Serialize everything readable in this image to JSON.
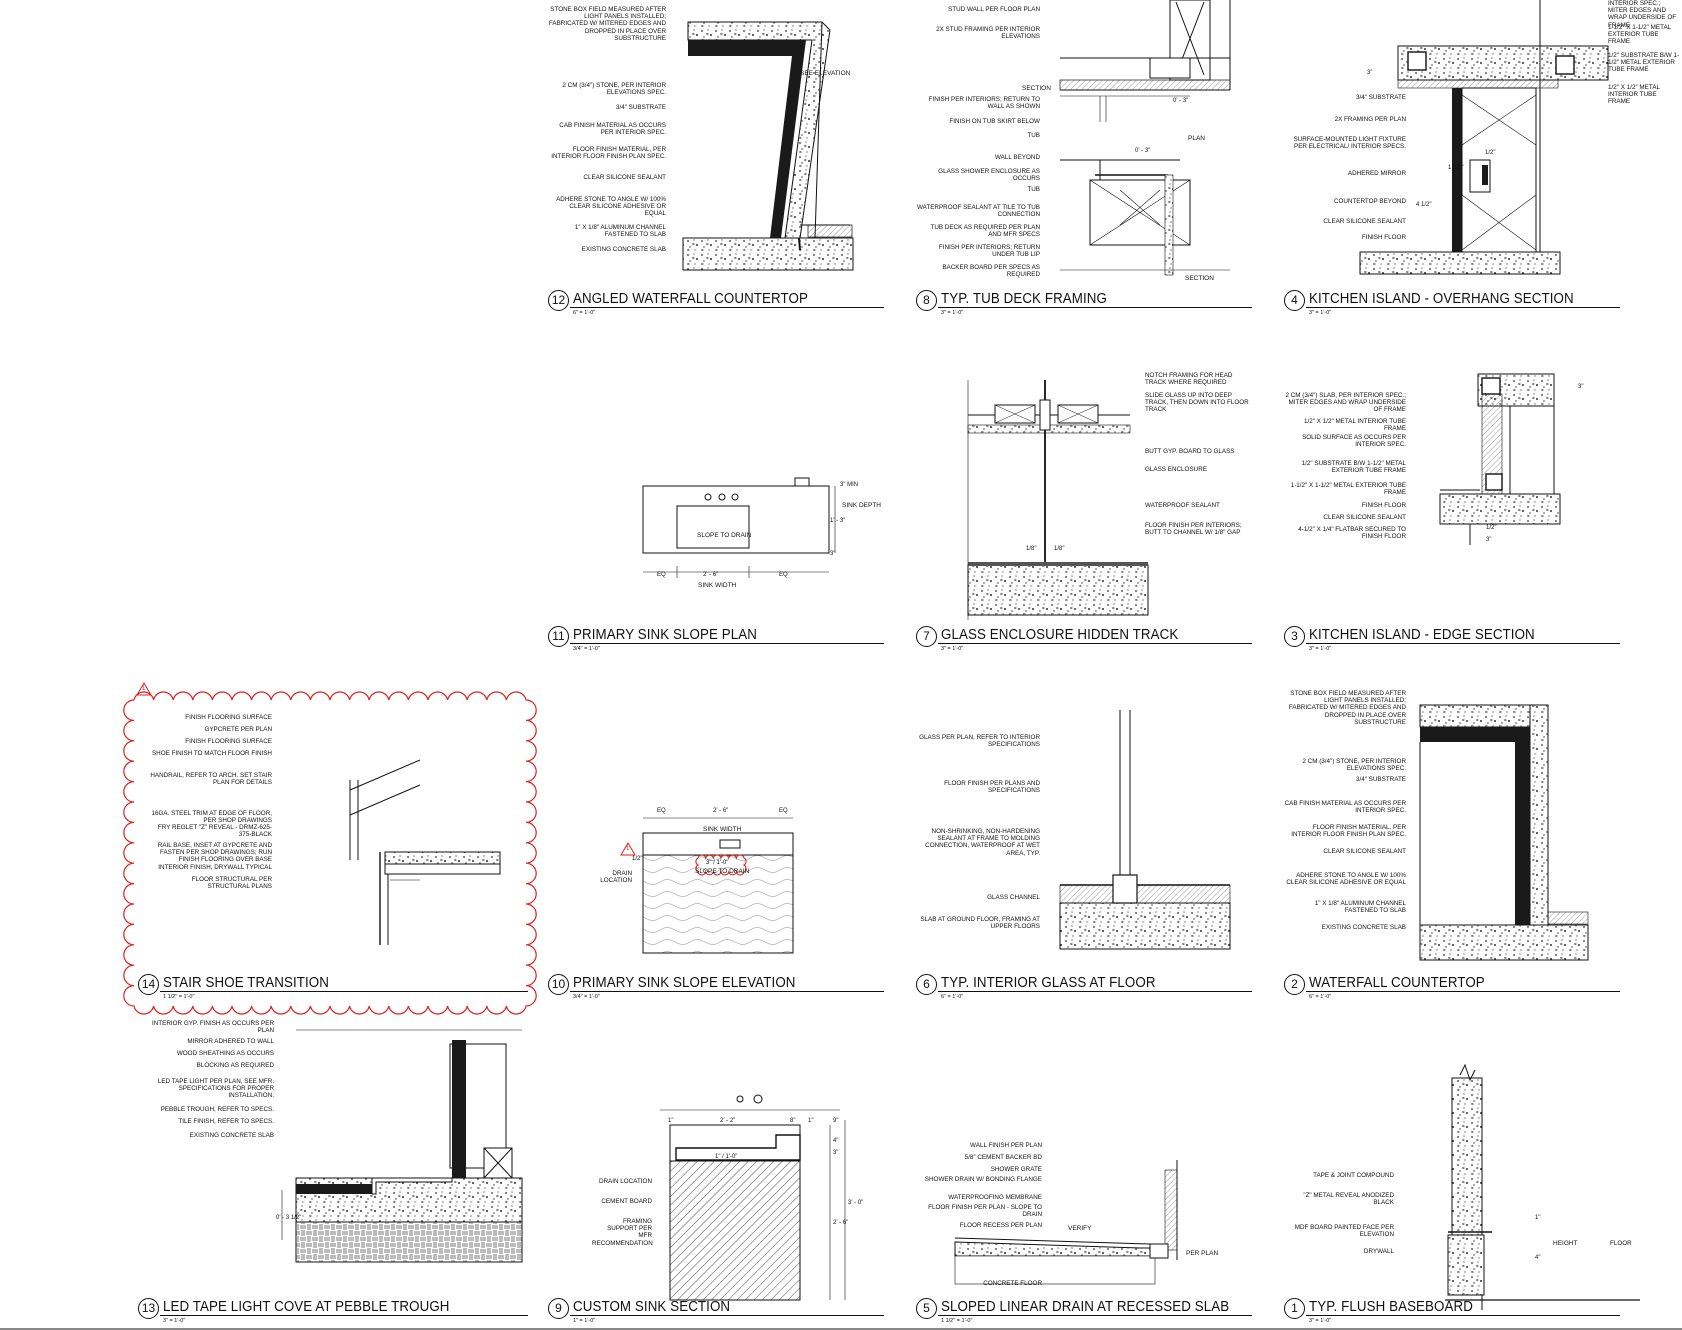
{
  "details": [
    {
      "id": "d12",
      "number": "12",
      "title": "ANGLED WATERFALL COUNTERTOP",
      "scale": "6\" = 1'-0\"",
      "notes": [
        "STONE BOX FIELD MEASURED AFTER LIGHT PANELS INSTALLED; FABRICATED W/ MITERED EDGES AND DROPPED IN PLACE OVER SUBSTRUCTURE",
        "2 CM (3/4\") STONE, PER INTERIOR ELEVATIONS SPEC.",
        "3/4\" SUBSTRATE",
        "CAB FINISH MATERIAL AS OCCURS PER INTERIOR SPEC.",
        "FLOOR FINISH MATERIAL, PER INTERIOR FLOOR FINISH PLAN SPEC.",
        "CLEAR SILICONE SEALANT",
        "ADHERE STONE TO ANGLE W/ 100% CLEAR SILICONE ADHESIVE OR EQUAL",
        "1\" X 1/8\" ALUMINUM CHANNEL FASTENED TO SLAB",
        "EXISTING CONCRETE SLAB"
      ],
      "tags": [
        "SEE ELEVATION"
      ]
    },
    {
      "id": "d8",
      "number": "8",
      "title": "TYP. TUB DECK FRAMING",
      "scale": "3\" = 1'-0\"",
      "notes": [
        "STUD WALL PER FLOOR PLAN",
        "2X STUD FRAMING PER INTERIOR ELEVATIONS",
        "FINISH PER INTERIORS; RETURN TO WALL AS SHOWN",
        "FINISH ON TUB SKIRT BELOW",
        "TUB",
        "WALL BEYOND",
        "GLASS SHOWER ENCLOSURE AS OCCURS",
        "TUB",
        "WATERPROOF SEALANT AT TILE TO TUB CONNECTION",
        "TUB DECK AS REQUIRED PER PLAN AND MFR SPECS",
        "FINISH PER INTERIORS; RETURN UNDER TUB LIP",
        "BACKER BOARD PER SPECS AS REQUIRED"
      ],
      "tags": [
        "SECTION",
        "PLAN",
        "SECTION"
      ],
      "dims": [
        "0' - 3\"",
        "0' - 3\""
      ]
    },
    {
      "id": "d4",
      "number": "4",
      "title": "KITCHEN ISLAND - OVERHANG SECTION",
      "scale": "3\" = 1'-0\"",
      "notes": [
        "3/4\" SUBSTRATE",
        "2X FRAMING PER PLAN",
        "SURFACE-MOUNTED LIGHT FIXTURE PER ELECTRICAL/ INTERIOR SPECS.",
        "ADHERED MIRROR",
        "COUNTERTOP BEYOND",
        "CLEAR SILICONE SEALANT",
        "FINISH FLOOR"
      ],
      "right_notes": [
        "INTERIOR SPEC.; MITER EDGES AND WRAP UNDERSIDE OF FRAME",
        "1-1/2\" x 1-1/2\" METAL EXTERIOR TUBE FRAME",
        "1/2\" SUBSTRATE B/W 1-1/2\" METAL EXTERIOR TUBE FRAME",
        "1/2\" x 1/2\" METAL INTERIOR TUBE FRAME"
      ],
      "dims": [
        "3\"",
        "1 1/2\"",
        "4 1/2\"",
        "1/2\""
      ]
    },
    {
      "id": "d11",
      "number": "11",
      "title": "PRIMARY SINK SLOPE PLAN",
      "scale": "3/4\" = 1'-0\"",
      "tags": [
        "SLOPE TO DRAIN",
        "SINK DEPTH",
        "SINK WIDTH"
      ],
      "dims": [
        "EQ",
        "2' - 6\"",
        "EQ",
        "1' - 3\"",
        "3\"",
        "3\" MIN"
      ]
    },
    {
      "id": "d7",
      "number": "7",
      "title": "GLASS ENCLOSURE HIDDEN TRACK",
      "scale": "3\" = 1'-0\"",
      "right_notes": [
        "NOTCH FRAMING FOR HEAD TRACK WHERE REQUIRED",
        "SLIDE GLASS UP INTO DEEP TRACK, THEN DOWN INTO FLOOR TRACK",
        "BUTT GYP. BOARD TO GLASS",
        "GLASS ENCLOSURE",
        "WATERPROOF SEALANT",
        "FLOOR FINISH PER INTERIORS; BUTT TO CHANNEL W/ 1/8\" GAP"
      ],
      "dims": [
        "1/8\"",
        "1/8\""
      ]
    },
    {
      "id": "d3",
      "number": "3",
      "title": "KITCHEN ISLAND - EDGE SECTION",
      "scale": "3\" = 1'-0\"",
      "notes": [
        "2 CM (3/4\") SLAB, PER INTERIOR SPEC.; MITER EDGES AND WRAP UNDERSIDE OF FRAME",
        "1/2\" x 1/2\" METAL INTERIOR TUBE FRAME",
        "SOLID SURFACE AS OCCURS PER INTERIOR SPEC.",
        "1/2\" SUBSTRATE B/W 1-1/2\" METAL EXTERIOR TUBE FRAME",
        "1-1/2\" x 1-1/2\" METAL EXTERIOR TUBE FRAME",
        "FINISH FLOOR",
        "CLEAR SILICONE SEALANT",
        "4-1/2\" x 1/4\" FLATBAR SECURED TO FINISH FLOOR"
      ],
      "dims": [
        "3\"",
        "1/2\"",
        "3\""
      ]
    },
    {
      "id": "d14",
      "number": "14",
      "title": "STAIR SHOE TRANSITION",
      "scale": "1 1/2\" = 1'-0\"",
      "notes": [
        "FINISH FLOORING SURFACE",
        "GYPCRETE PER PLAN",
        "FINISH FLOORING SURFACE",
        "SHOE FINISH TO MATCH FLOOR FINISH",
        "HANDRAIL, REFER TO ARCH. SET STAIR PLAN FOR DETAILS",
        "16GA. STEEL TRIM AT EDGE OF FLOOR, PER SHOP DRAWINGS",
        "FRY REGLET \"Z\" REVEAL - DRMZ-625-375-BLACK",
        "RAIL BASE, INSET AT GYPCRETE AND FASTEN PER SHOP DRAWINGS; RUN FINISH FLOORING OVER BASE",
        "INTERIOR FINISH, DRYWALL TYPICAL",
        "FLOOR STRUCTURAL PER STRUCTURAL PLANS"
      ],
      "rev": "1"
    },
    {
      "id": "d10",
      "number": "10",
      "title": "PRIMARY SINK SLOPE ELEVATION",
      "scale": "3/4\" = 1'-0\"",
      "notes": [
        "DRAIN LOCATION"
      ],
      "tags": [
        "SINK WIDTH",
        "SLOPE TO DRAIN"
      ],
      "dims": [
        "EQ",
        "2' - 6\"",
        "EQ",
        "1/2\"",
        "3\" / 1'-0\""
      ],
      "rev": "1"
    },
    {
      "id": "d6",
      "number": "6",
      "title": "TYP. INTERIOR GLASS AT FLOOR",
      "scale": "6\" = 1'-0\"",
      "notes": [
        "GLASS PER PLAN, REFER TO INTERIOR SPECIFICATIONS",
        "FLOOR FINISH PER PLANS AND SPECIFICATIONS",
        "NON-SHRINKING, NON-HARDENING SEALANT AT FRAME TO MOLDING CONNECTION, WATERPROOF AT WET AREA, TYP.",
        "GLASS CHANNEL",
        "SLAB AT GROUND FLOOR, FRAMING AT UPPER FLOORS"
      ]
    },
    {
      "id": "d2",
      "number": "2",
      "title": "WATERFALL COUNTERTOP",
      "scale": "6\" = 1'-0\"",
      "notes": [
        "STONE BOX FIELD MEASURED AFTER LIGHT PANELS INSTALLED; FABRICATED W/ MITERED EDGES AND DROPPED IN PLACE OVER SUBSTRUCTURE",
        "2 CM (3/4\") STONE, PER INTERIOR ELEVATIONS SPEC.",
        "3/4\" SUBSTRATE",
        "CAB FINISH MATERIAL AS OCCURS PER INTERIOR SPEC.",
        "FLOOR FINISH MATERIAL, PER INTERIOR FLOOR FINISH PLAN SPEC.",
        "CLEAR SILICONE SEALANT",
        "ADHERE STONE TO ANGLE W/ 100% CLEAR SILICONE ADHESIVE OR EQUAL",
        "1\" X 1/8\" ALUMINUM CHANNEL FASTENED TO SLAB",
        "EXISTING CONCRETE SLAB"
      ]
    },
    {
      "id": "d13",
      "number": "13",
      "title": "LED TAPE LIGHT COVE AT PEBBLE TROUGH",
      "scale": "3\" = 1'-0\"",
      "notes": [
        "INTERIOR GYP. FINISH AS OCCURS PER PLAN",
        "MIRROR ADHERED TO WALL",
        "WOOD SHEATHING AS OCCURS",
        "BLOCKING AS REQUIRED",
        "LED TAPE LIGHT PER PLAN, SEE MFR. SPECIFICATIONS FOR PROPER INSTALLATION.",
        "PEBBLE TROUGH, REFER TO SPECS.",
        "TILE FINISH, REFER TO SPECS.",
        "EXISTING CONCRETE SLAB"
      ],
      "dims": [
        "0' - 3 1/2\""
      ]
    },
    {
      "id": "d9",
      "number": "9",
      "title": "CUSTOM SINK SECTION",
      "scale": "1\" = 1'-0\"",
      "notes": [
        "DRAIN LOCATION",
        "CEMENT BOARD",
        "FRAMING SUPPORT PER MFR RECOMMENDATION"
      ],
      "dims": [
        "1\"",
        "2' - 2\"",
        "8\"",
        "1\"",
        "9\"",
        "4\"",
        "3\"",
        "2' - 6\"",
        "3' - 0\"",
        "1\" / 1'-0\""
      ]
    },
    {
      "id": "d5",
      "number": "5",
      "title": "SLOPED LINEAR DRAIN AT RECESSED SLAB",
      "scale": "1 1/2\" = 1'-0\"",
      "notes": [
        "WALL FINISH PER PLAN",
        "5/8\" CEMENT BACKER BD",
        "SHOWER GRATE",
        "SHOWER DRAIN W/ BONDING FLANGE",
        "WATERPROOFING MEMBRANE",
        "FLOOR FINISH PER PLAN - SLOPE TO DRAIN",
        "FLOOR RECESS PER PLAN",
        "CONCRETE FLOOR"
      ],
      "tags": [
        "VERIFY",
        "PER PLAN"
      ]
    },
    {
      "id": "d1",
      "number": "1",
      "title": "TYP. FLUSH BASEBOARD",
      "scale": "3\" = 1'-0\"",
      "notes": [
        "TAPE & JOINT COMPOUND",
        "\"Z\" METAL REVEAL ANODIZED BLACK",
        "MDF BOARD PAINTED FACE PER ELEVATION",
        "DRYWALL"
      ],
      "right_notes": [
        "FLOOR"
      ],
      "tags": [
        "HEIGHT"
      ],
      "dims": [
        "4\"",
        "1\""
      ]
    }
  ]
}
